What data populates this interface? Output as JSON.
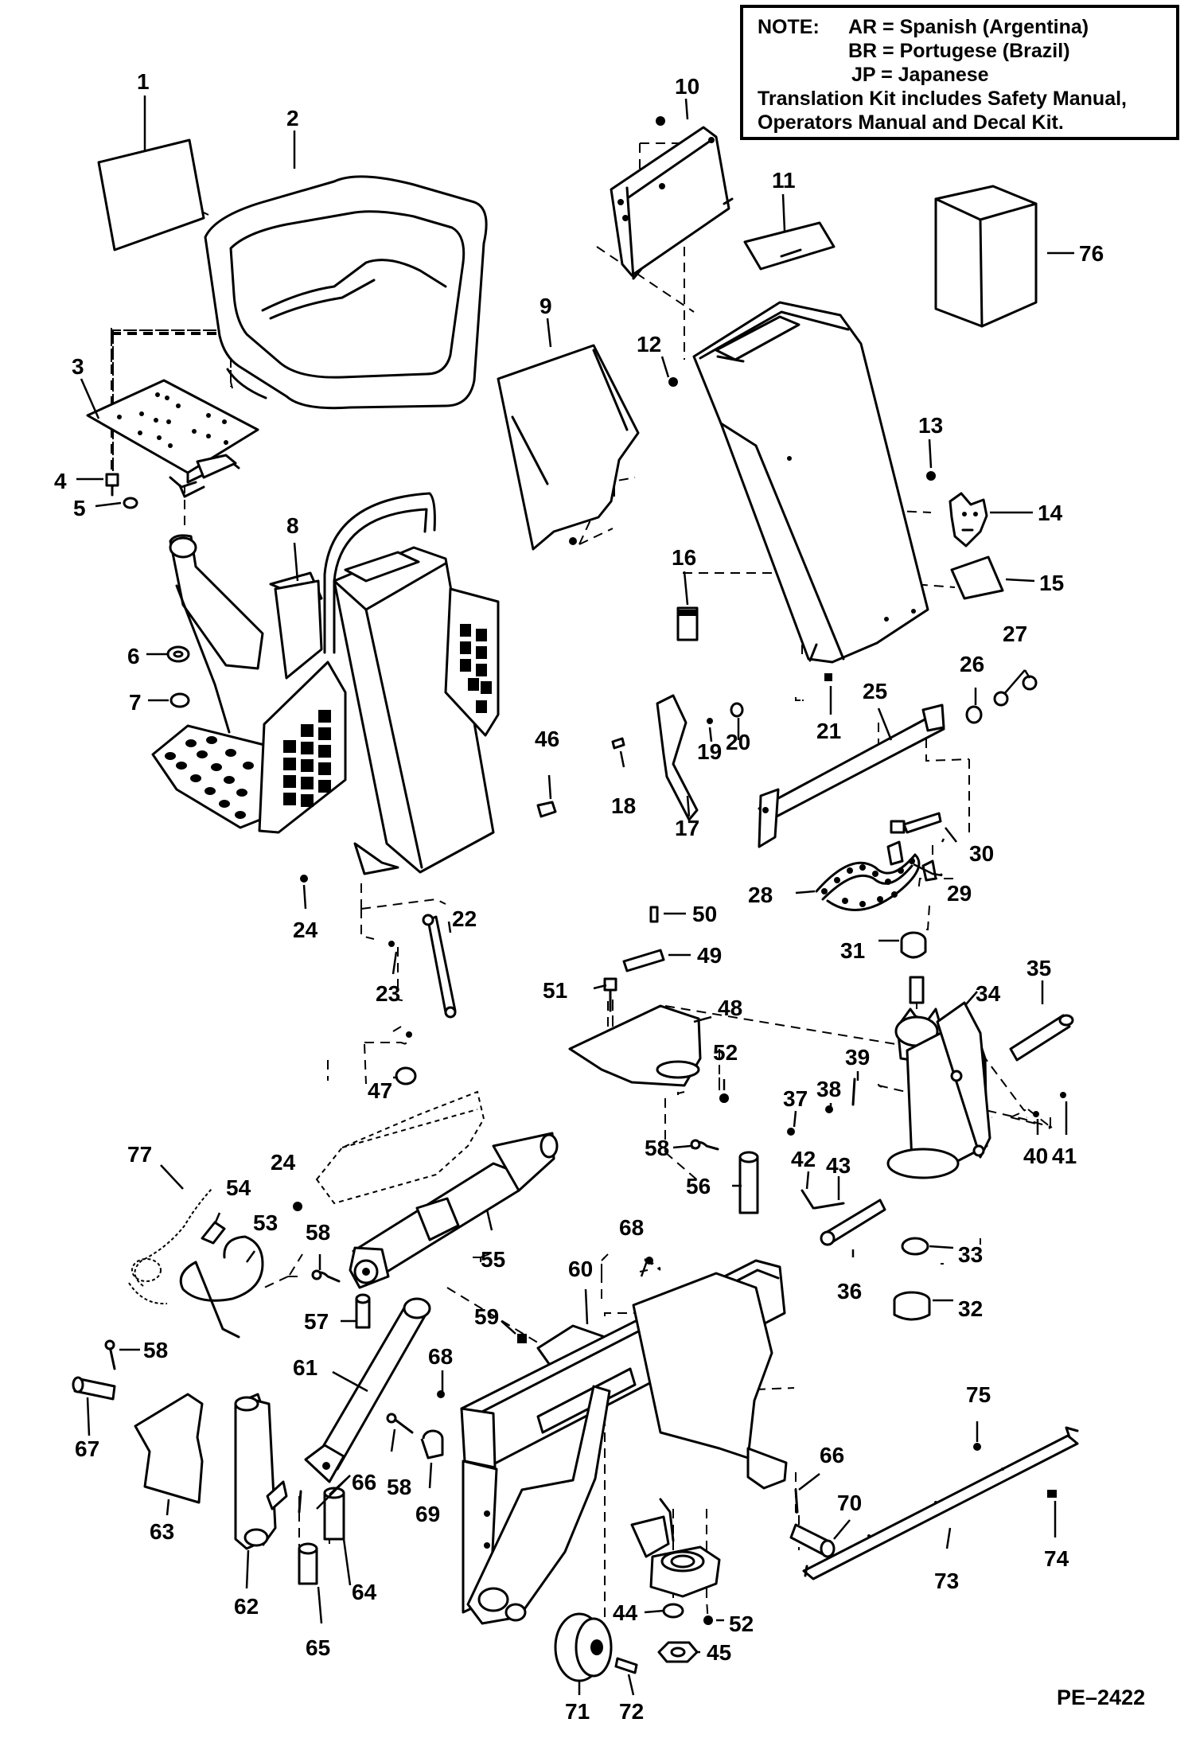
{
  "note": {
    "line1_label": "NOTE:",
    "line1_text": "AR =  Spanish (Argentina)",
    "line2_text": "BR =  Portugese (Brazil)",
    "line3_text": "JP =   Japanese",
    "line4_text": "Translation Kit includes Safety Manual,",
    "line5_text": "Operators Manual and Decal Kit."
  },
  "doc_code": "PE–2422",
  "callouts": [
    "1",
    "2",
    "3",
    "4",
    "5",
    "6",
    "7",
    "8",
    "9",
    "10",
    "11",
    "12",
    "13",
    "14",
    "15",
    "16",
    "17",
    "18",
    "19",
    "20",
    "21",
    "22",
    "23",
    "24",
    "24",
    "25",
    "26",
    "27",
    "28",
    "29",
    "30",
    "31",
    "32",
    "33",
    "34",
    "35",
    "36",
    "37",
    "38",
    "39",
    "40",
    "41",
    "42",
    "43",
    "44",
    "45",
    "46",
    "47",
    "48",
    "49",
    "50",
    "51",
    "52",
    "52",
    "53",
    "54",
    "55",
    "56",
    "57",
    "58",
    "58",
    "58",
    "58",
    "59",
    "60",
    "61",
    "62",
    "63",
    "64",
    "65",
    "66",
    "66",
    "67",
    "68",
    "68",
    "69",
    "70",
    "71",
    "72",
    "73",
    "74",
    "75",
    "76",
    "77"
  ]
}
